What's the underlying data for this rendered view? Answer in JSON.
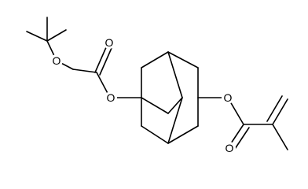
{
  "molecule": {
    "atom_labels": {
      "carbonate_carbonyl_O": "O",
      "carbonate_ether_O": "O",
      "adamantyl_carbonate_O": "O",
      "ester_ether_O": "O",
      "ester_carbonyl_O": "O"
    }
  }
}
